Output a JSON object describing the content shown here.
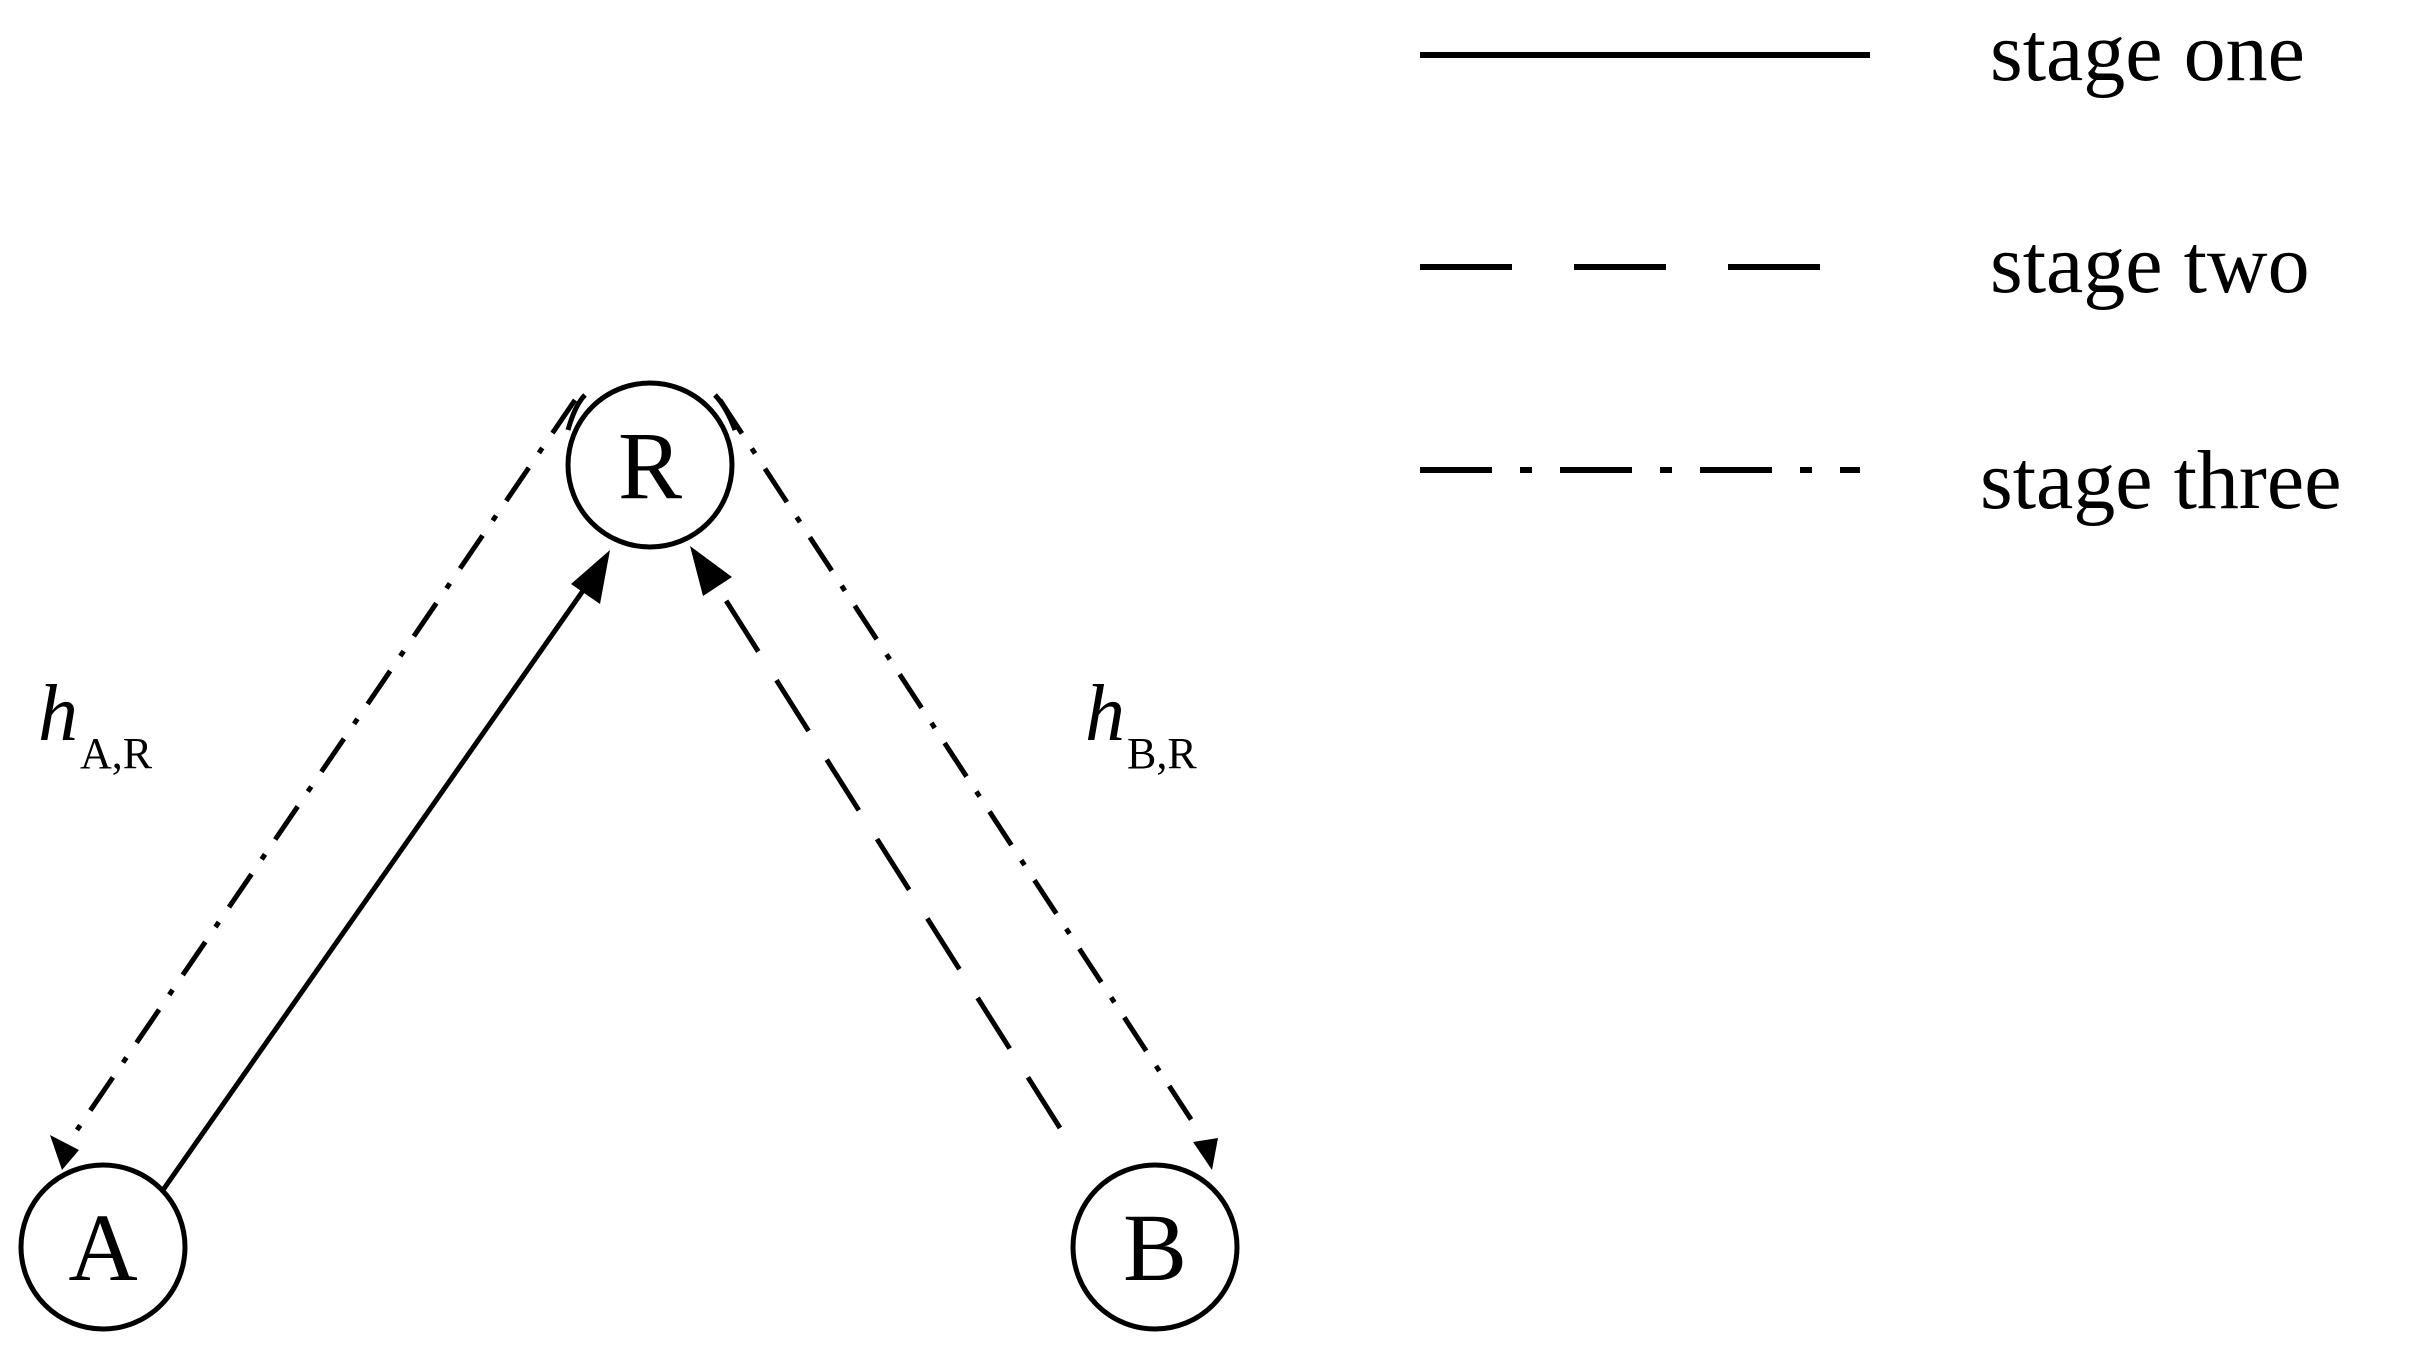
{
  "diagram": {
    "nodes": {
      "relay": "R",
      "source_a": "A",
      "source_b": "B"
    },
    "channel_labels": {
      "a_r": {
        "main": "h",
        "sub": "A,R"
      },
      "b_r": {
        "main": "h",
        "sub": "B,R"
      }
    },
    "legend": {
      "stage_one": "stage one",
      "stage_two": "stage two",
      "stage_three": "stage three"
    },
    "stroke_color": "#000000"
  }
}
